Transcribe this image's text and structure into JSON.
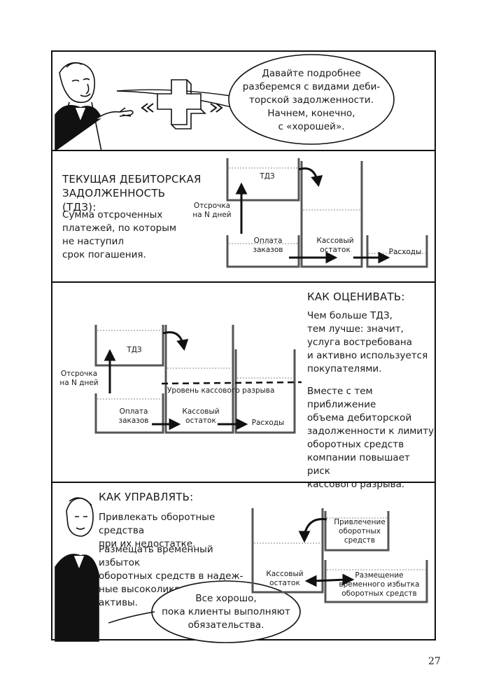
{
  "panel1": {
    "bubble_lines": [
      "Давайте подробнее",
      "разберемся с видами деби-",
      "торской задолженности.",
      "Начнем, конечно,",
      "с «хорошей»."
    ]
  },
  "panel2": {
    "heading_lines": [
      "ТЕКУЩАЯ ДЕБИТОРСКАЯ",
      "ЗАДОЛЖЕННОСТЬ (ТДЗ):"
    ],
    "body_lines": [
      "Сумма отсроченных",
      "платежей, по которым",
      "не наступил",
      "срок погашения."
    ],
    "diagram": {
      "tdz": "ТДЗ",
      "delay": [
        "Отсрочка",
        "на N дней"
      ],
      "payment": [
        "Оплата",
        "заказов"
      ],
      "cash": [
        "Кассовый",
        "остаток"
      ],
      "expenses": "Расходы"
    }
  },
  "panel3": {
    "heading": "КАК ОЦЕНИВАТЬ:",
    "para1_lines": [
      "Чем больше ТДЗ,",
      "тем лучше: значит,",
      "услуга востребована",
      "и активно используется",
      "покупателями."
    ],
    "para2_lines": [
      "Вместе с тем",
      "приближение",
      "объема дебиторской",
      "задолженности к лимиту",
      "оборотных средств",
      "компании повышает риск",
      "кассового разрыва."
    ],
    "diagram": {
      "tdz": "ТДЗ",
      "delay": [
        "Отсрочка",
        "на N дней"
      ],
      "payment": [
        "Оплата",
        "заказов"
      ],
      "cash": [
        "Кассовый",
        "остаток"
      ],
      "expenses": "Расходы",
      "gap_level": "Уровень кассового разрыва"
    }
  },
  "panel4": {
    "heading": "КАК УПРАВЛЯТЬ:",
    "para1_lines": [
      "Привлекать оборотные средства",
      "при их недостатке."
    ],
    "para2_lines": [
      "Размещать временный избыток",
      "оборотных средств в надеж-",
      "ные высоколиквидные активы."
    ],
    "bubble_lines": [
      "Все хорошо,",
      "пока клиенты выполняют",
      "обязательства."
    ],
    "diagram": {
      "cash": [
        "Кассовый",
        "остаток"
      ],
      "attract": [
        "Привлечение",
        "оборотных",
        "средств"
      ],
      "place": [
        "Размещение",
        "временного избытка",
        "оборотных средств"
      ]
    }
  },
  "page_number": "27"
}
